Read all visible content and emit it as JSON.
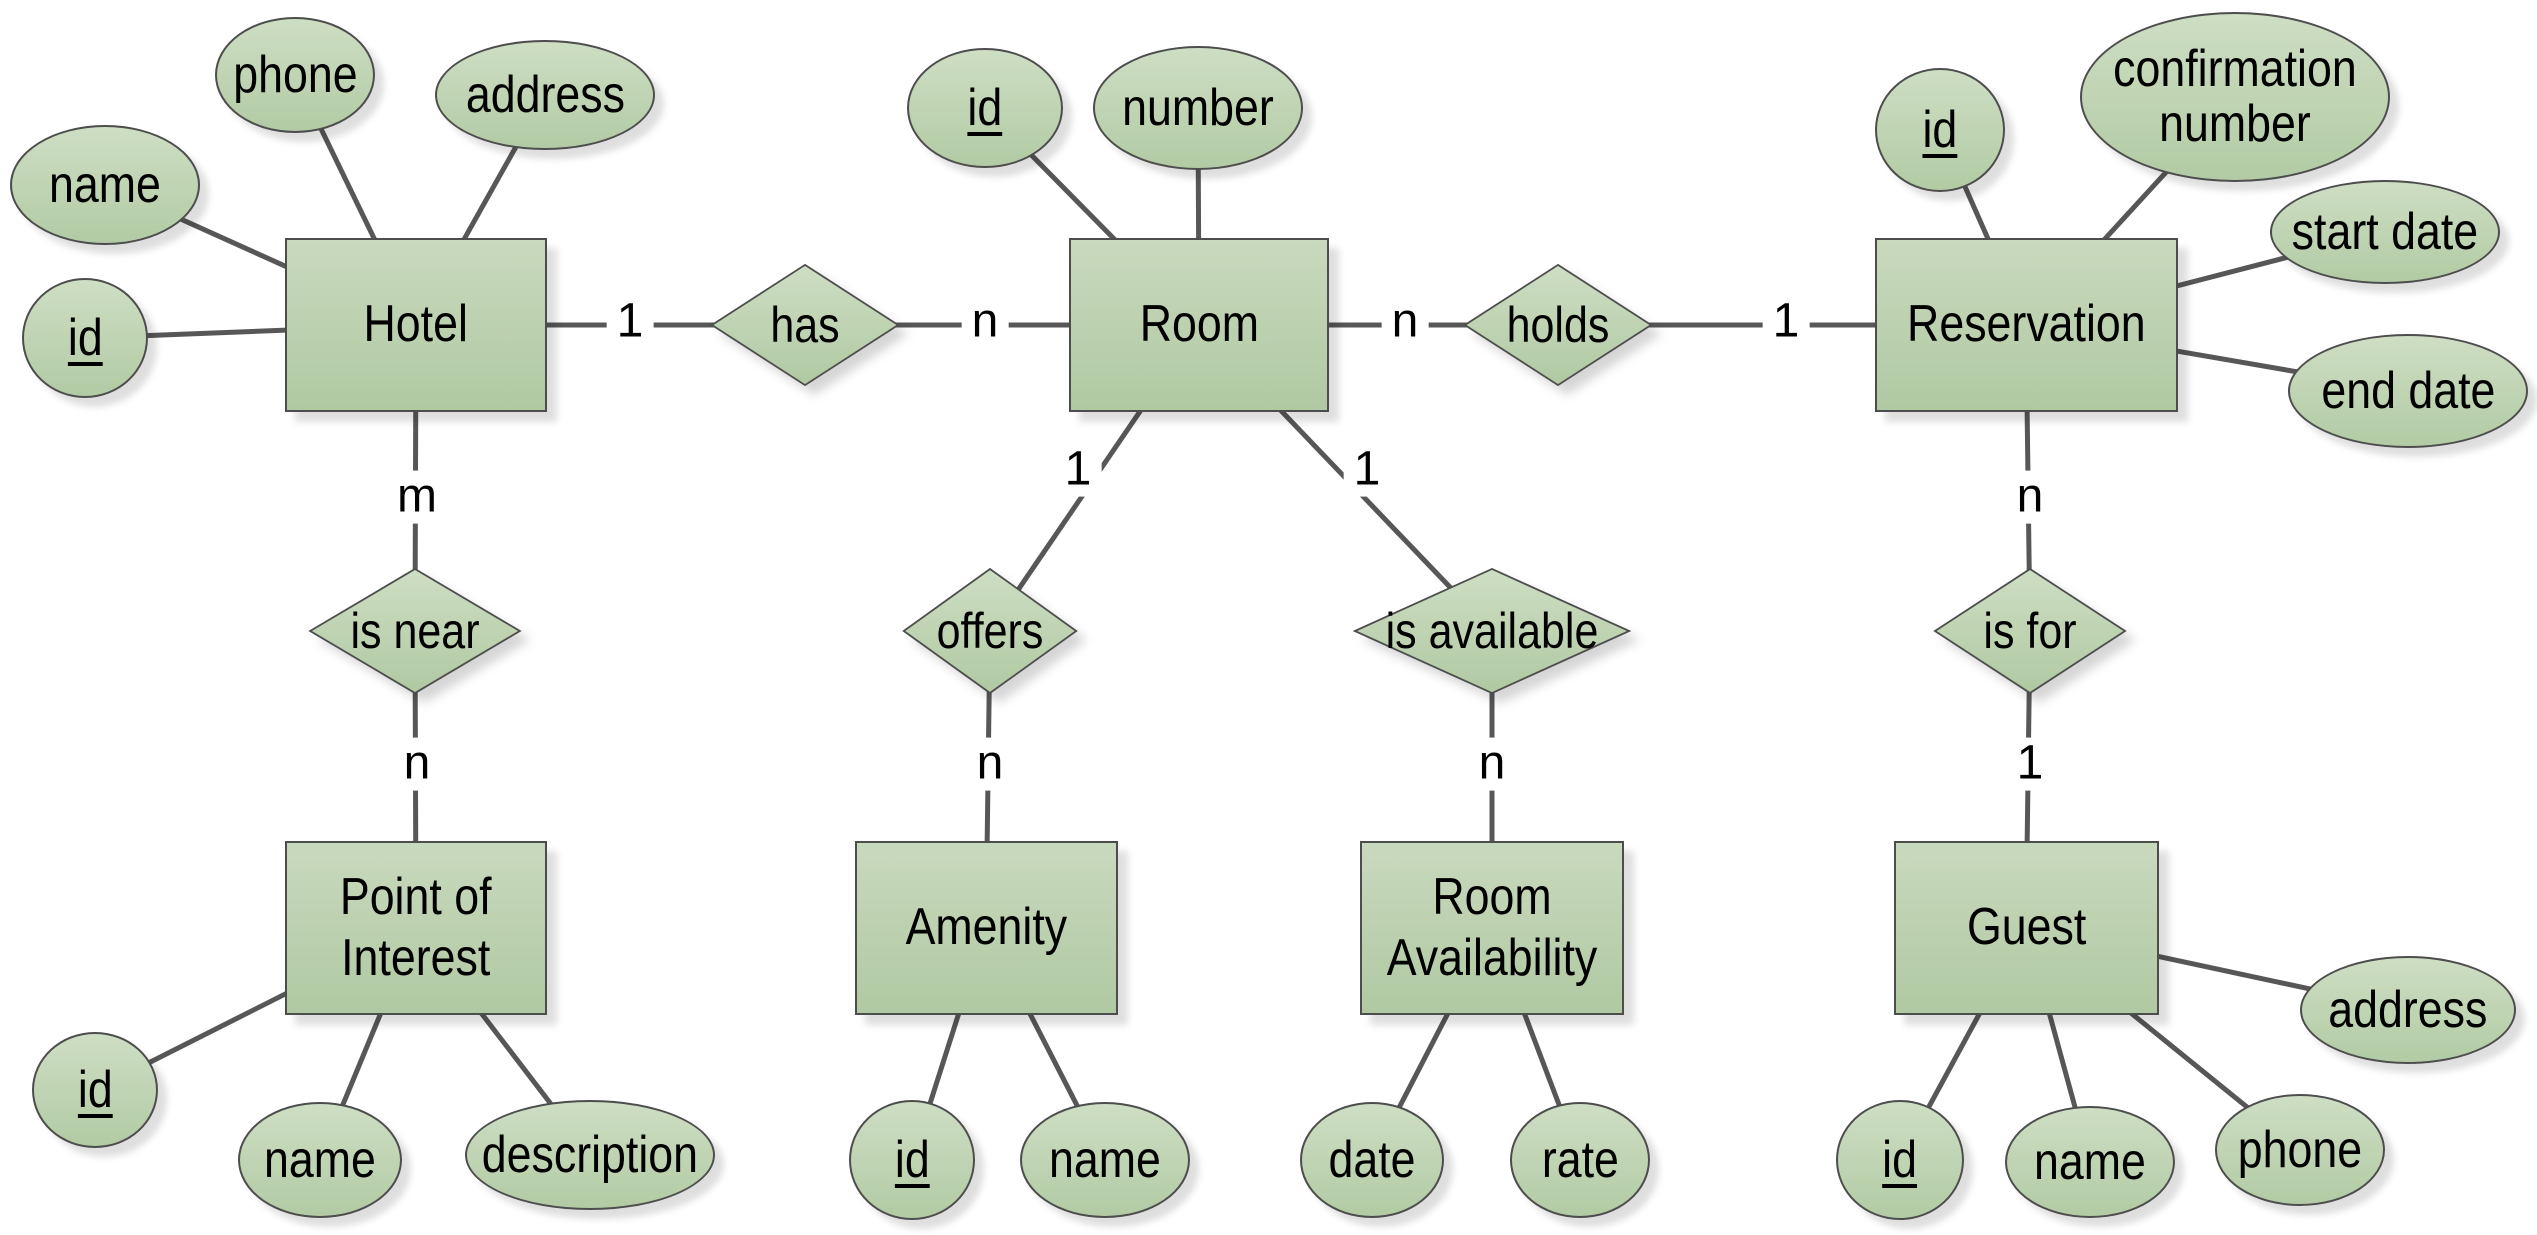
{
  "diagram": {
    "kind": "entity-relationship",
    "colors": {
      "shape_fill_top": "#cedec4",
      "shape_fill_bottom": "#b0c9a2",
      "shape_border": "#4d4d4d",
      "connector": "#575757",
      "text": "#000000",
      "background": "#ffffff"
    }
  },
  "entities": [
    {
      "label": "Hotel",
      "attributes": [
        {
          "label": "name",
          "key": false
        },
        {
          "label": "phone",
          "key": false
        },
        {
          "label": "address",
          "key": false
        },
        {
          "label": "id",
          "key": true
        }
      ]
    },
    {
      "label": "Room",
      "attributes": [
        {
          "label": "id",
          "key": true
        },
        {
          "label": "number",
          "key": false
        }
      ]
    },
    {
      "label": "Reservation",
      "attributes": [
        {
          "label": "id",
          "key": true
        },
        {
          "label": "confirmation number",
          "key": false
        },
        {
          "label": "start date",
          "key": false
        },
        {
          "label": "end date",
          "key": false
        }
      ]
    },
    {
      "label": "Point of Interest",
      "attributes": [
        {
          "label": "id",
          "key": true
        },
        {
          "label": "name",
          "key": false
        },
        {
          "label": "description",
          "key": false
        }
      ]
    },
    {
      "label": "Amenity",
      "attributes": [
        {
          "label": "id",
          "key": true
        },
        {
          "label": "name",
          "key": false
        }
      ]
    },
    {
      "label": "Room Availability",
      "attributes": [
        {
          "label": "date",
          "key": false
        },
        {
          "label": "rate",
          "key": false
        }
      ]
    },
    {
      "label": "Guest",
      "attributes": [
        {
          "label": "id",
          "key": true
        },
        {
          "label": "name",
          "key": false
        },
        {
          "label": "phone",
          "key": false
        },
        {
          "label": "address",
          "key": false
        }
      ]
    }
  ],
  "relationships": [
    {
      "label": "has",
      "from": "Hotel",
      "from_cardinality": "1",
      "to": "Room",
      "to_cardinality": "n"
    },
    {
      "label": "holds",
      "from": "Room",
      "from_cardinality": "n",
      "to": "Reservation",
      "to_cardinality": "1"
    },
    {
      "label": "is near",
      "from": "Hotel",
      "from_cardinality": "m",
      "to": "Point of Interest",
      "to_cardinality": "n"
    },
    {
      "label": "offers",
      "from": "Room",
      "from_cardinality": "1",
      "to": "Amenity",
      "to_cardinality": "n"
    },
    {
      "label": "is available",
      "from": "Room",
      "from_cardinality": "1",
      "to": "Room Availability",
      "to_cardinality": "n"
    },
    {
      "label": "is for",
      "from": "Reservation",
      "from_cardinality": "n",
      "to": "Guest",
      "to_cardinality": "1"
    }
  ]
}
